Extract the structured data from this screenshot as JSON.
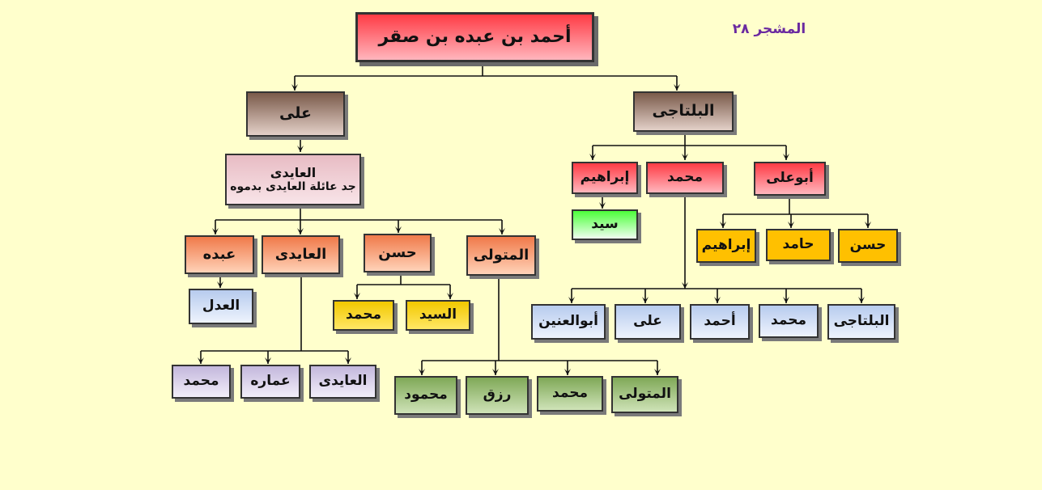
{
  "title": "المشجر ٢٨",
  "nodes": {
    "root": "أحمد بن عبده بن صقر",
    "ali": "على",
    "baltaji": "البلتاجى",
    "aydi": "العايدى",
    "aydi_sub": "جد عائلة العايدى بدموه",
    "abdo": "عبده",
    "aydi2": "العايدى",
    "hasan": "حسن",
    "mutawalli": "المتولى",
    "adl": "العدل",
    "muhammad_y": "محمد",
    "sayyid_y": "السيد",
    "muhammad_p": "محمد",
    "imara": "عماره",
    "aydi_p": "العايدى",
    "mahmoud": "محمود",
    "rizq": "رزق",
    "muhammad_g": "محمد",
    "mutawalli_g": "المتولى",
    "ibrahim_r": "إبراهيم",
    "muhammad_r": "محمد",
    "abuali": "أبوعلى",
    "sayyid_l": "سيد",
    "ibrahim_o": "إبراهيم",
    "hamid": "حامد",
    "hasan_o": "حسن",
    "abulaynayn": "أبوالعنين",
    "ali_b": "على",
    "ahmad_b": "أحمد",
    "muhammad_b": "محمد",
    "baltaji_b": "البلتاجى"
  },
  "colors": {
    "background": "#ffffcc",
    "title": "#6a2aa0",
    "connector": "#111111"
  }
}
